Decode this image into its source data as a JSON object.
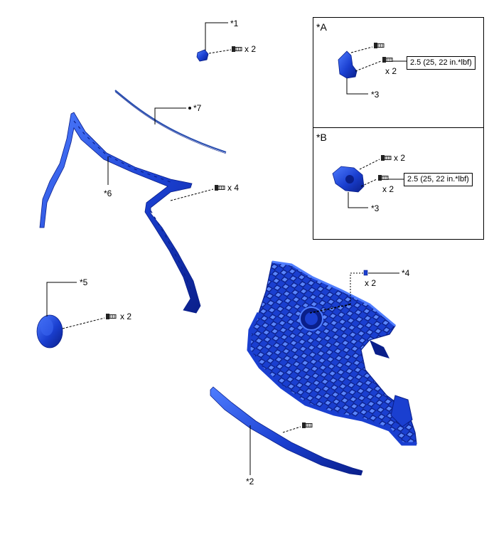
{
  "callouts": {
    "c1": "*1",
    "c2": "*2",
    "c3a": "*3",
    "c3b": "*3",
    "c4": "*4",
    "c5": "*5",
    "c6": "*6",
    "c7": "*7"
  },
  "quantities": {
    "q_c1": "x 2",
    "q_c6": "x 4",
    "q_c5": "x 2",
    "q_c4": "x 2",
    "q_a": "x 2",
    "q_b1": "x 2",
    "q_b2": "x 2"
  },
  "panels": {
    "a_label": "*A",
    "b_label": "*B"
  },
  "torque": {
    "a": "2.5 (25, 22 in.*lbf)",
    "b": "2.5 (25, 22 in.*lbf)"
  },
  "colors": {
    "part_blue": "#1a3fd0",
    "part_dark": "#0a1f8a",
    "part_light": "#4f7dff"
  }
}
